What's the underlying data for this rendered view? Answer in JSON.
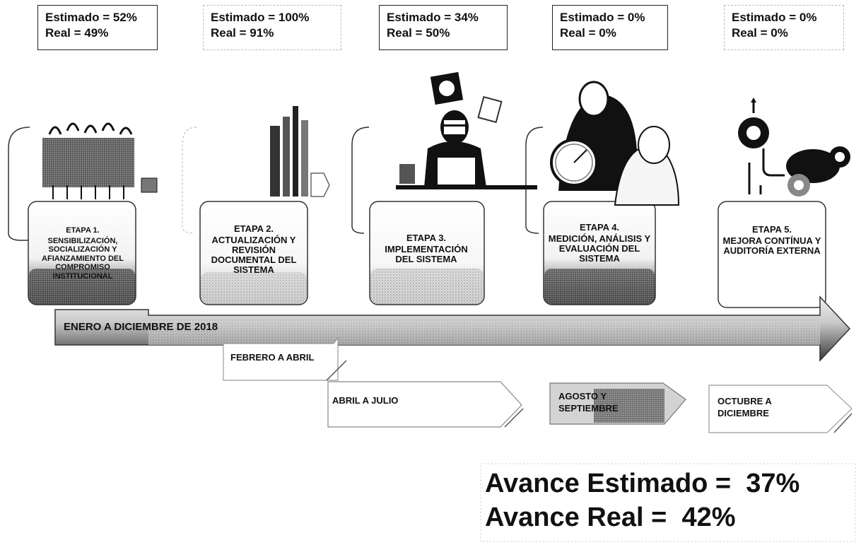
{
  "stages": [
    {
      "estimado": "Estimado = 52%",
      "real": "Real = 49%",
      "title": "ETAPA 1.",
      "body": "SENSIBILIZACIÓN, SOCIALIZACIÓN Y AFIANZAMIENTO DEL COMPROMISO INSTITUCIONAL"
    },
    {
      "estimado": "Estimado = 100%",
      "real": "Real = 91%",
      "title": "ETAPA 2.",
      "body": "ACTUALIZACIÓN Y REVISIÓN DOCUMENTAL DEL SISTEMA"
    },
    {
      "estimado": "Estimado = 34%",
      "real": "Real = 50%",
      "title": "ETAPA 3.",
      "body": "IMPLEMENTACIÓN DEL SISTEMA"
    },
    {
      "estimado": "Estimado = 0%",
      "real": "Real = 0%",
      "title": "ETAPA 4.",
      "body": "MEDICIÓN, ANÁLISIS Y EVALUACIÓN DEL SISTEMA"
    },
    {
      "estimado": "Estimado = 0%",
      "real": "Real = 0%",
      "title": "ETAPA 5.",
      "body": "MEJORA CONTÍNUA Y AUDITORÍA EXTERNA"
    }
  ],
  "banner": "ENERO A DICIEMBRE DE 2018",
  "periods": [
    "FEBRERO A ABRIL",
    "ABRIL A JULIO",
    "AGOSTO Y SEPTIEMBRE",
    "OCTUBRE A DICIEMBRE"
  ],
  "summary": {
    "estimado": "Avance Estimado =  37%",
    "real": "Avance Real =  42%"
  },
  "colors": {
    "dark_fill": "#6b6b6b",
    "light_fill": "#d9d9d9",
    "outline": "#222222"
  }
}
